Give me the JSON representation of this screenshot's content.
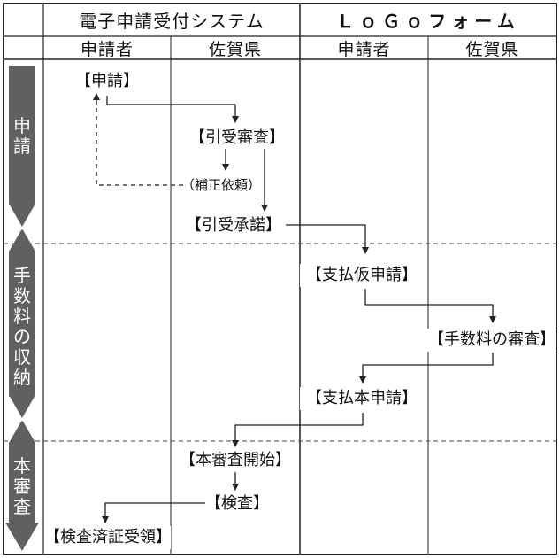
{
  "columns": {
    "system_left": "電子申請受付システム",
    "system_right": "ＬｏＧｏフォーム",
    "lanes": [
      "申請者",
      "佐賀県",
      "申請者",
      "佐賀県"
    ]
  },
  "phases": [
    {
      "id": "application",
      "label": "申請"
    },
    {
      "id": "fee",
      "label": "手数料の収納"
    },
    {
      "id": "review",
      "label": "本審査"
    }
  ],
  "steps": {
    "apply": "【申請】",
    "accept_review": "【引受審査】",
    "correction": "（補正依頼）",
    "accept_approval": "【引受承諾】",
    "provisional_payment": "【支払仮申請】",
    "fee_review": "【手数料の審査】",
    "final_payment": "【支払本申請】",
    "start_review": "【本審査開始】",
    "inspection": "【検査】",
    "certificate": "【検査済証受領】"
  },
  "colors": {
    "line": "#222222",
    "phase_arrow": "#606060",
    "phase_text": "#ffffff",
    "background": "#ffffff"
  }
}
